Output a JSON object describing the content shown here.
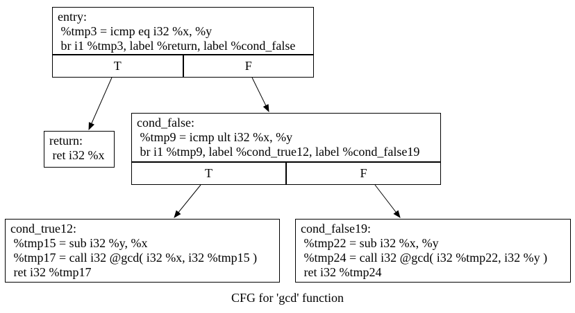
{
  "diagram": {
    "caption": "CFG for 'gcd' function",
    "colors": {
      "background": "#ffffff",
      "border": "#000000",
      "text": "#000000"
    }
  },
  "nodes": {
    "entry": {
      "lines": [
        "entry:",
        " %tmp3 = icmp eq i32 %x, %y",
        " br i1 %tmp3, label %return, label %cond_false"
      ],
      "ports": [
        "T",
        "F"
      ]
    },
    "return": {
      "lines": [
        "return:",
        " ret i32 %x"
      ]
    },
    "cond_false": {
      "lines": [
        "cond_false:",
        " %tmp9 = icmp ult i32 %x, %y",
        " br i1 %tmp9, label %cond_true12, label %cond_false19"
      ],
      "ports": [
        "T",
        "F"
      ]
    },
    "cond_true12": {
      "lines": [
        "cond_true12:",
        " %tmp15 = sub i32 %y, %x",
        " %tmp17 = call i32 @gcd( i32 %x, i32 %tmp15 )",
        " ret i32 %tmp17"
      ]
    },
    "cond_false19": {
      "lines": [
        "cond_false19:",
        " %tmp22 = sub i32 %x, %y",
        " %tmp24 = call i32 @gcd( i32 %tmp22, i32 %y )",
        " ret i32 %tmp24"
      ]
    }
  },
  "edges": [
    {
      "from": "entry",
      "port": "T",
      "to": "return"
    },
    {
      "from": "entry",
      "port": "F",
      "to": "cond_false"
    },
    {
      "from": "cond_false",
      "port": "T",
      "to": "cond_true12"
    },
    {
      "from": "cond_false",
      "port": "F",
      "to": "cond_false19"
    }
  ]
}
